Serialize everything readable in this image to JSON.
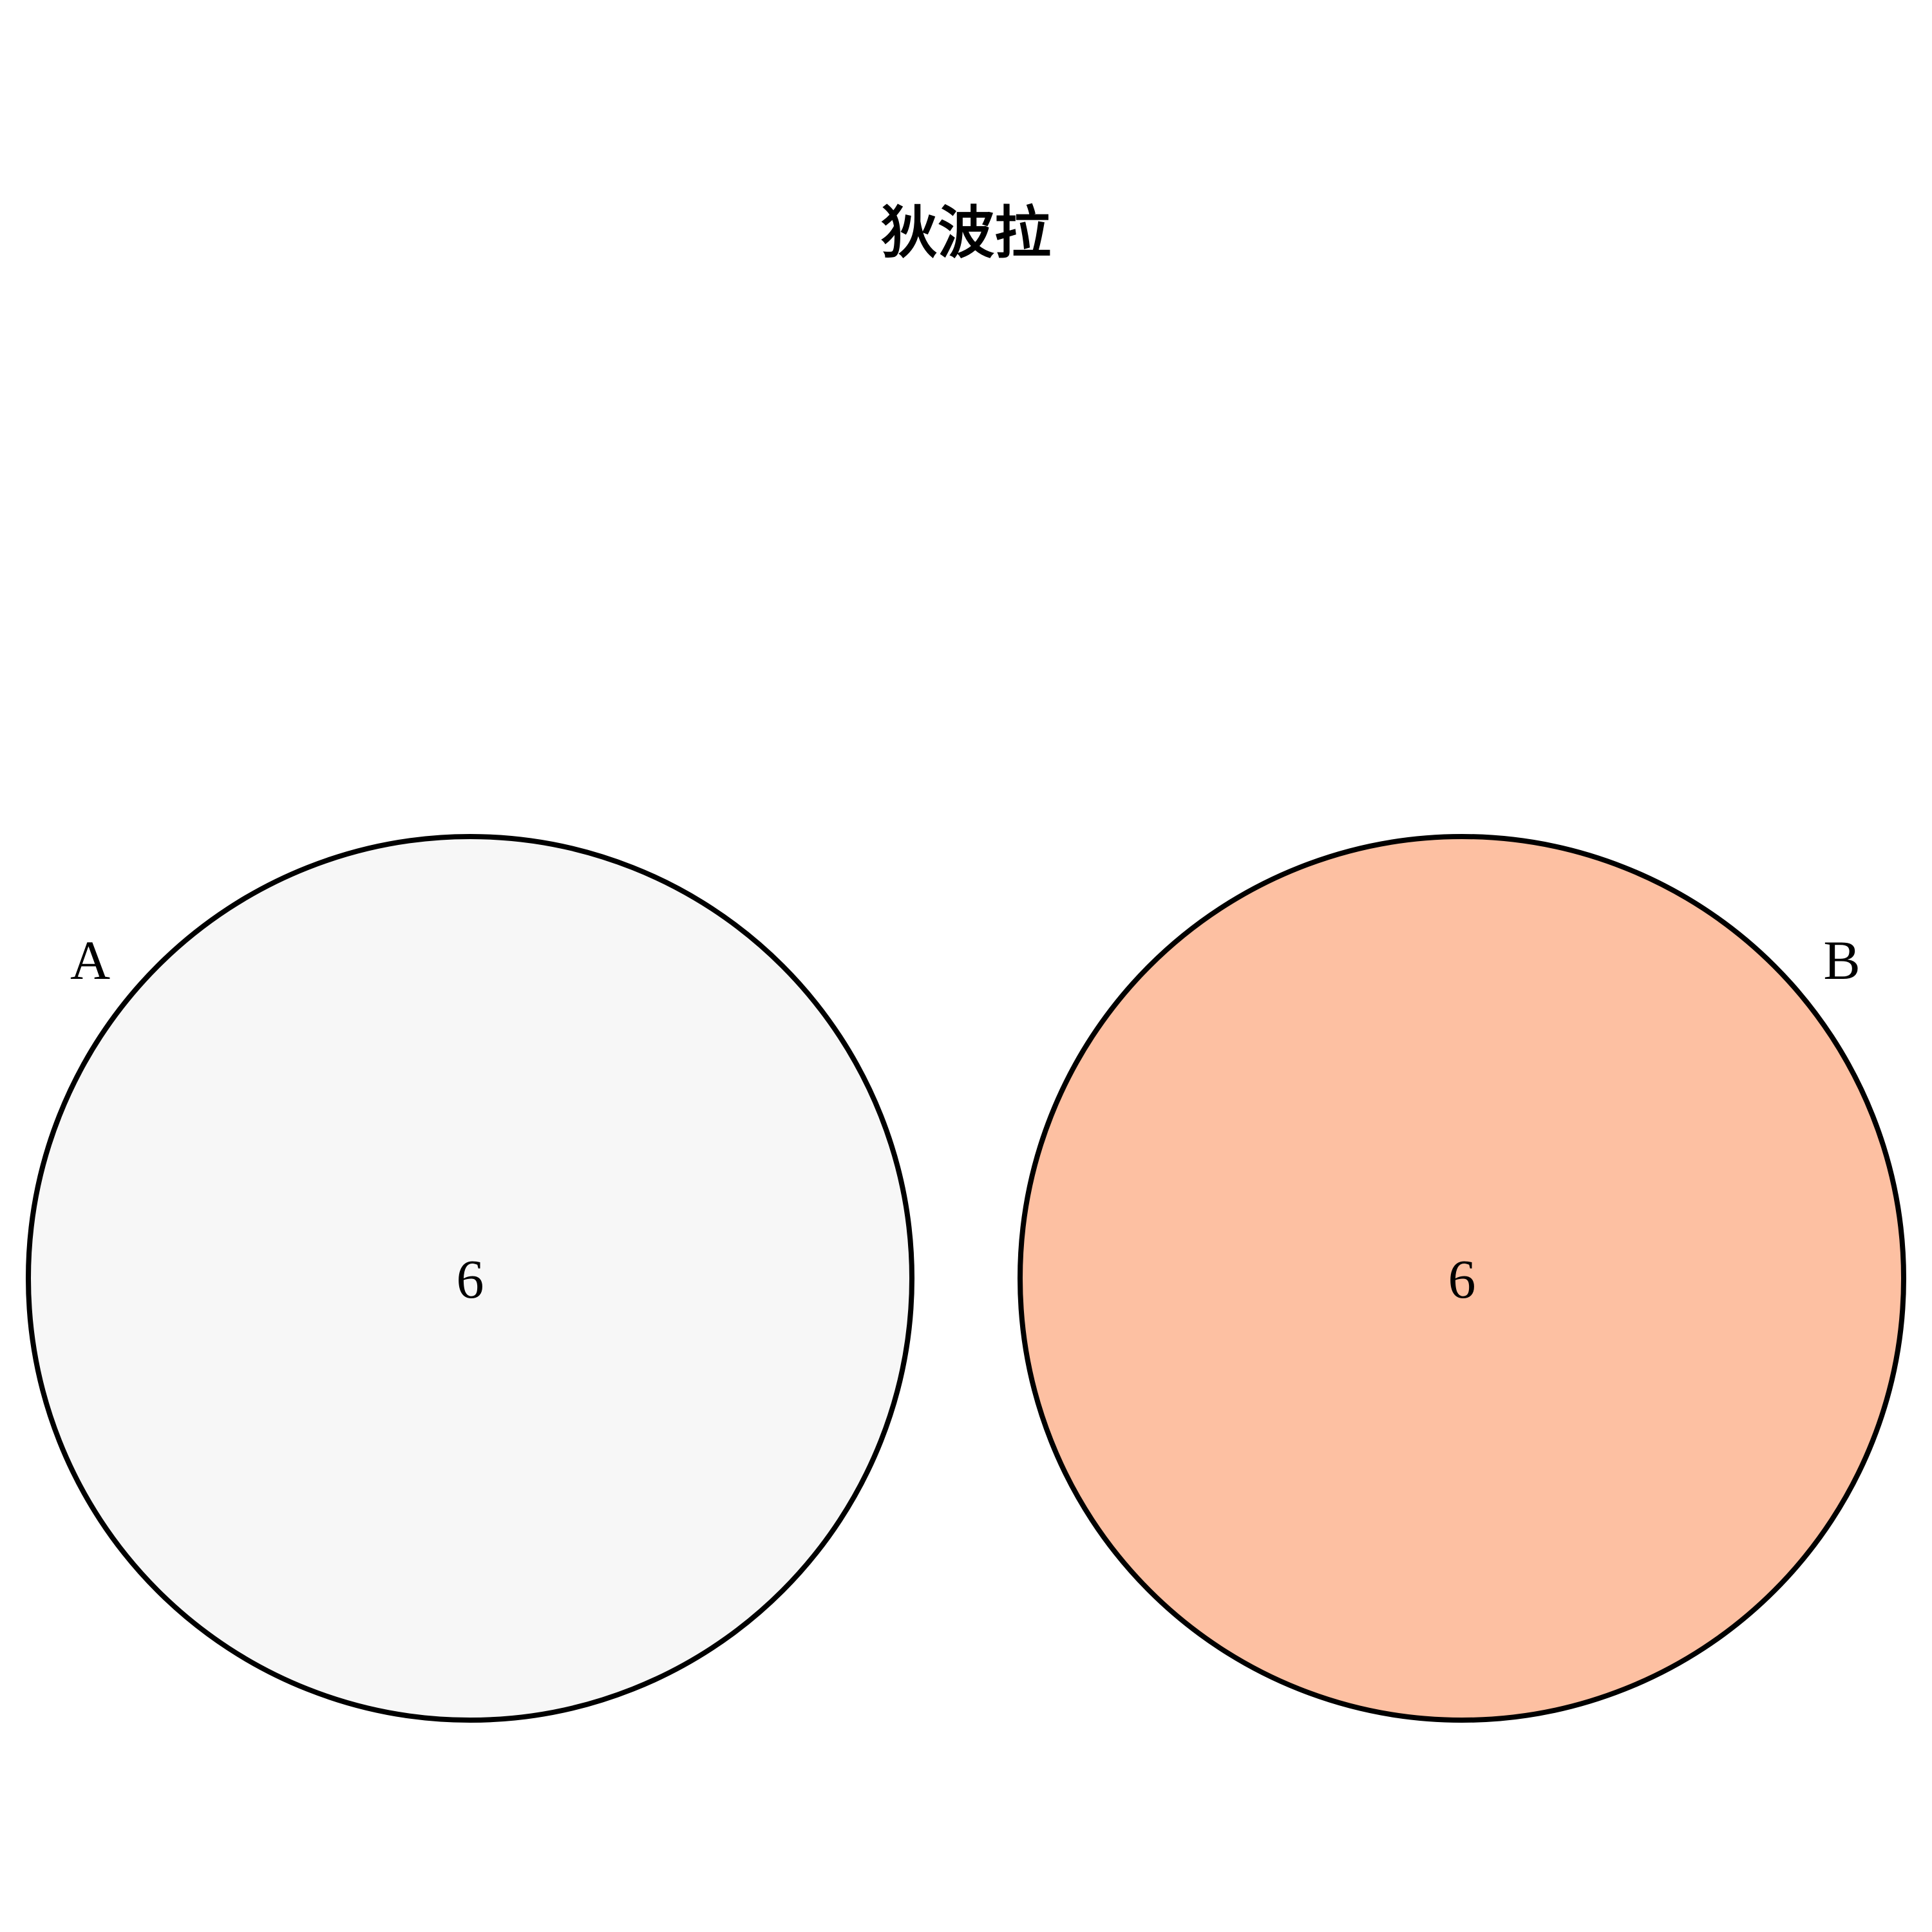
{
  "title": "狄波拉",
  "chart_data": {
    "type": "venn",
    "title": "狄波拉",
    "sets": [
      {
        "name": "A",
        "count": 6,
        "fill": "#f7f7f7"
      },
      {
        "name": "B",
        "count": 6,
        "fill": "#fdc0a2"
      }
    ],
    "intersection": null
  },
  "colors": {
    "stroke": "#000000",
    "background": "#ffffff"
  }
}
